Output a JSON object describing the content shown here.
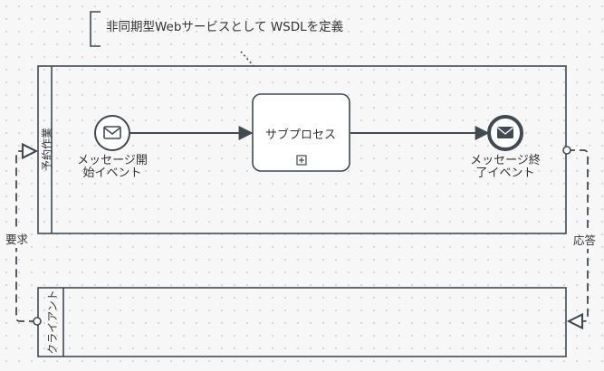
{
  "annotation": {
    "text": "非同期型Webサービスとして WSDLを定義"
  },
  "pools": [
    {
      "id": "reservation",
      "name": "予約作業"
    },
    {
      "id": "client",
      "name": "クライアント"
    }
  ],
  "elements": {
    "start_event": {
      "label": "メッセージ開\n始イベント",
      "icon": "envelope-icon"
    },
    "subprocess": {
      "label": "サブプロセス",
      "marker": "⊞"
    },
    "end_event": {
      "label": "メッセージ終\n了イベント",
      "icon": "envelope-filled-icon"
    }
  },
  "message_flows": {
    "request": "要求",
    "response": "応答"
  },
  "colors": {
    "stroke": "#3f4a52",
    "fill": "#ffffff",
    "background": "#f7f7f7"
  }
}
